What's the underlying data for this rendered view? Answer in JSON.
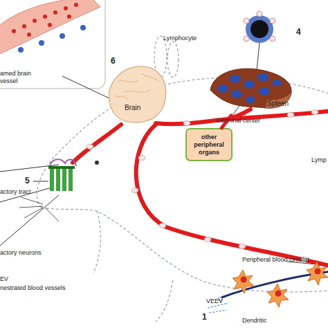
{
  "diagram": {
    "nodes": [
      {
        "text": [
          "Brain"
        ]
      },
      {
        "text": [
          "Spleen"
        ]
      },
      {
        "text": [
          "other peripheral organs"
        ]
      }
    ],
    "edges": [
      {
        "from": 1,
        "to": 2,
        "arrow": "none"
      }
    ],
    "labels": [
      "amed brain vessel",
      "Lymphocyte",
      "4",
      "Germinal center",
      "6",
      "5",
      "actory tract",
      "Lymp",
      "Peripheral blood circulat",
      "actory neurons",
      "EV",
      "nestrated blood vessels",
      "VEEV",
      "1",
      "Dendritic"
    ]
  }
}
